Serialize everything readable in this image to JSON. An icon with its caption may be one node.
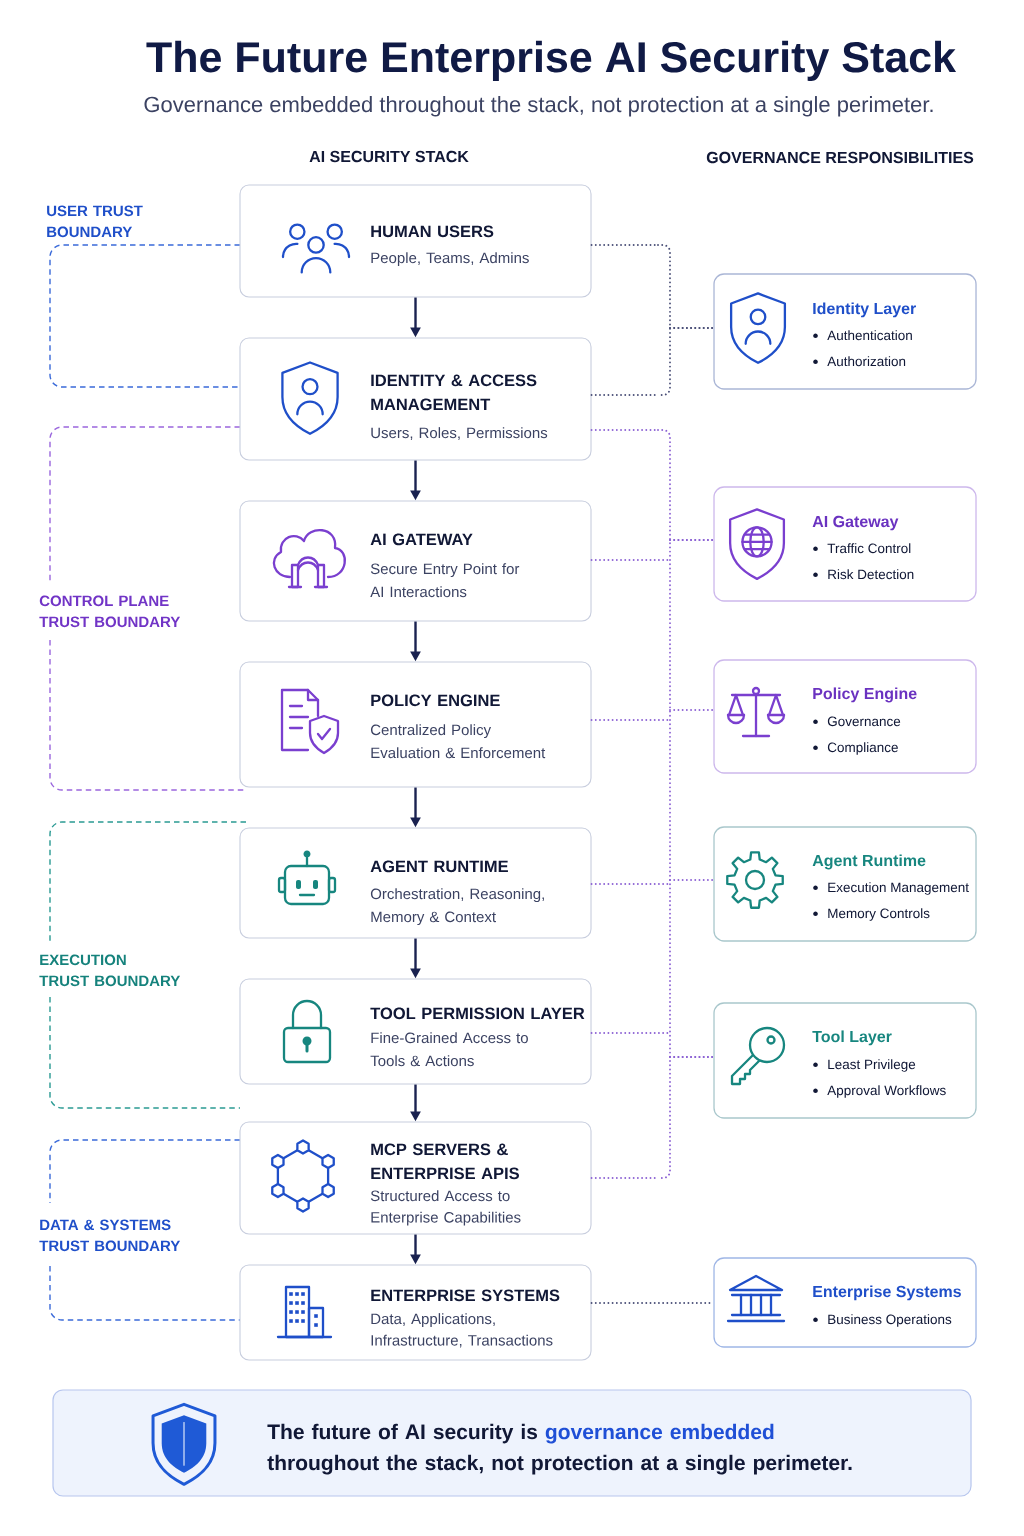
{
  "diagram": {
    "title": "The Future Enterprise AI Security Stack",
    "nodes": [
      {
        "text": [
          "HUMAN USERS",
          "People, Teams, Admins"
        ]
      },
      {
        "text": [
          "IDENTITY & ACCESS MANAGEMENT",
          "Users, Roles, Permissions"
        ]
      },
      {
        "text": [
          "AI GATEWAY",
          "Secure Entry Point for AI Interactions"
        ]
      },
      {
        "text": [
          "POLICY ENGINE",
          "Centralized Policy Evaluation & Enforcement"
        ]
      },
      {
        "text": [
          "AGENT RUNTIME",
          "Orchestration, Reasoning, Memory & Context"
        ]
      },
      {
        "text": [
          "TOOL PERMISSION LAYER",
          "Fine-Grained Access to Tools & Actions"
        ]
      },
      {
        "text": [
          "MCP SERVERS & ENTERPRISE APIS",
          "Structured Access to Enterprise Capabilities"
        ]
      },
      {
        "text": [
          "ENTERPRISE SYSTEMS",
          "Data, Applications, Infrastructure, Transactions"
        ]
      },
      {
        "text": [
          "Identity Layer",
          "Authentication",
          "Authorization"
        ]
      },
      {
        "text": [
          "AI Gateway",
          "Traffic Control",
          "Risk Detection"
        ]
      },
      {
        "text": [
          "Policy Engine",
          "Governance",
          "Compliance"
        ]
      },
      {
        "text": [
          "Agent Runtime",
          "Execution Management",
          "Memory Controls"
        ]
      },
      {
        "text": [
          "Tool Layer",
          "Least Privilege",
          "Approval Workflows"
        ]
      },
      {
        "text": [
          "Enterprise Systems",
          "Business Operations"
        ]
      },
      {
        "text": [
          "The future of AI security is **governance embedded** throughout the stack, not protection at a single perimeter."
        ]
      }
    ],
    "edges": [
      {
        "from": 0,
        "to": 1,
        "arrow": "to"
      },
      {
        "from": 1,
        "to": 2,
        "arrow": "to"
      },
      {
        "from": 2,
        "to": 3,
        "arrow": "to"
      },
      {
        "from": 3,
        "to": 4,
        "arrow": "to"
      },
      {
        "from": 4,
        "to": 5,
        "arrow": "to"
      },
      {
        "from": 5,
        "to": 6,
        "arrow": "to"
      },
      {
        "from": 6,
        "to": 7,
        "arrow": "to"
      },
      {
        "from": 0,
        "to": 8,
        "arrow": "none",
        "style": "dashed",
        "color": "#4b5078"
      },
      {
        "from": 1,
        "to": 8,
        "arrow": "none",
        "style": "dashed",
        "color": "#4b5078"
      },
      {
        "from": 1,
        "to": 9,
        "arrow": "none",
        "style": "dashed",
        "color": "#8c62d4"
      },
      {
        "from": 2,
        "to": 9,
        "arrow": "none",
        "style": "dashed",
        "color": "#8c62d4"
      },
      {
        "from": 3,
        "to": 10,
        "arrow": "none",
        "style": "dashed",
        "color": "#8c62d4"
      },
      {
        "from": 4,
        "to": 11,
        "arrow": "none",
        "style": "dashed",
        "color": "#8c62d4"
      },
      {
        "from": 5,
        "to": 12,
        "arrow": "none",
        "style": "dashed",
        "color": "#8c62d4"
      },
      {
        "from": 6,
        "to": 12,
        "arrow": "none",
        "style": "dashed",
        "color": "#8c62d4"
      },
      {
        "from": 7,
        "to": 13,
        "arrow": "none",
        "style": "dashed",
        "color": "#4b5078"
      }
    ],
    "labels": [
      "Governance embedded throughout the stack, not protection at a single perimeter.",
      "AI SECURITY STACK",
      "GOVERNANCE RESPONSIBILITIES",
      "USER TRUST BOUNDARY",
      "CONTROL PLANE TRUST BOUNDARY",
      "EXECUTION TRUST BOUNDARY",
      "DATA & SYSTEMS TRUST BOUNDARY"
    ]
  }
}
